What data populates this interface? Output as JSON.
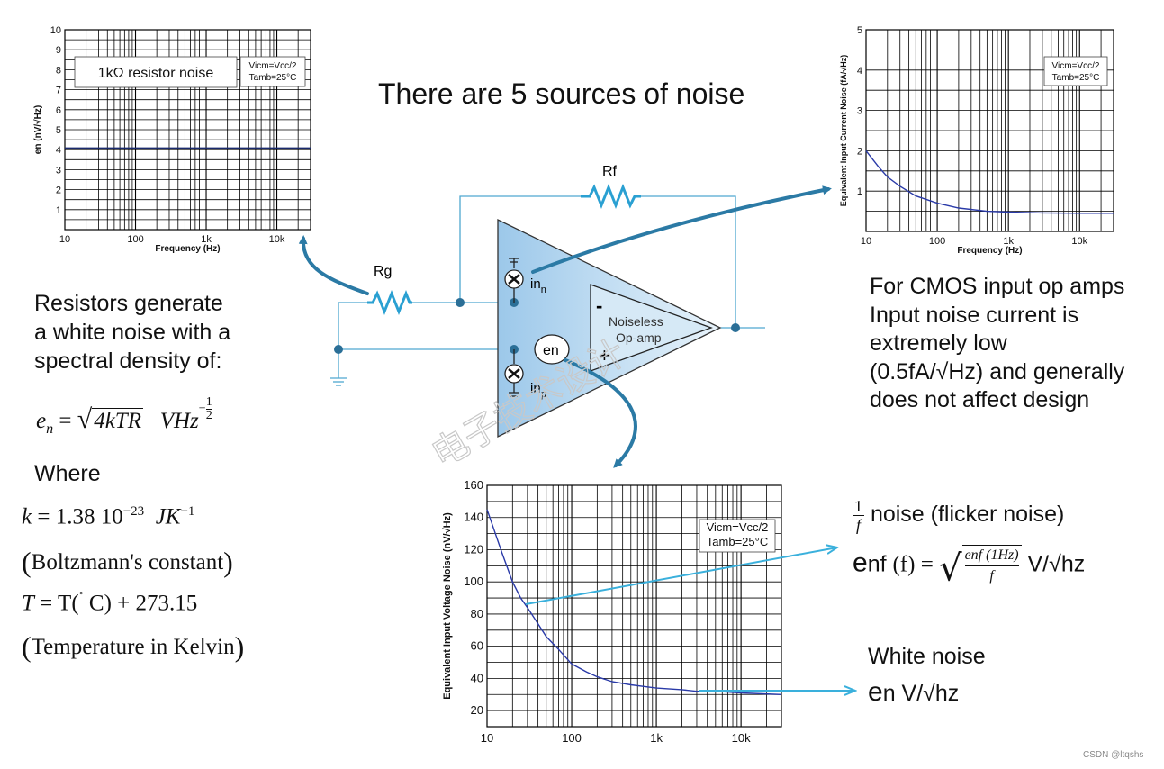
{
  "title": "There are 5 sources of noise",
  "left_text": "Resistors generate\na white noise with a\nspectral density of:",
  "where": "Where",
  "formulas": {
    "en_lhs": "e",
    "en_sub": "n",
    "en_eq": " = ",
    "en_sqrt": "√",
    "en_rad": "4kTR",
    "en_units": "VHz",
    "en_exp_minus": "−",
    "en_exp_num": "1",
    "en_exp_den": "2",
    "k_lhs": "k",
    "k_rhs": " = 1.38 10",
    "k_exp": "−23",
    "k_units": "JK",
    "k_units_exp": "−1",
    "boltz_open": "(",
    "boltz": "Boltzmann's constant",
    "boltz_close": ")",
    "t_lhs": "T",
    "t_rhs": " =  T(",
    "t_deg": "˚",
    "t_rest": " C) + 273.15",
    "kelvin_open": "(",
    "kelvin": "Temperature in Kelvin",
    "kelvin_close": ")"
  },
  "right_text": "For CMOS input op amps\nInput noise current is\nextremely low\n(0.5fA/√Hz) and generally\ndoes not affect design",
  "flicker": {
    "frac_num": "1",
    "frac_den": "f",
    "label": " noise (flicker noise)",
    "enf_e": "e",
    "enf_label": "nf ",
    "enf_arg": "(f) = ",
    "enf_num": "enf (1Hz)",
    "enf_den": "f",
    "enf_units": " V/√hz"
  },
  "white": {
    "label": "White noise",
    "en_e": "e",
    "en_rest": "n V/√hz"
  },
  "circuit": {
    "rf": "Rf",
    "rg": "Rg",
    "in_n": "in",
    "in_n_sub": "n",
    "in_p": "in",
    "in_p_sub": "p",
    "en": "en",
    "minus": "-",
    "plus": "+",
    "noiseless_1": "Noiseless",
    "noiseless_2": "Op-amp"
  },
  "watermark_cn": "电子技术设计",
  "watermark": "CSDN @ltqshs",
  "chart_data": [
    {
      "type": "line",
      "title": "1kΩ resistor noise",
      "annotation": [
        "Vicm=Vcc/2",
        "Tamb=25°C"
      ],
      "xlabel": "Frequency (Hz)",
      "ylabel": "en (nV/√Hz)",
      "x_scale": "log",
      "xlim": [
        10,
        30000
      ],
      "ylim": [
        0,
        10
      ],
      "x_ticks": [
        "10",
        "100",
        "1k",
        "10k"
      ],
      "y_ticks": [
        "1",
        "2",
        "3",
        "4",
        "5",
        "6",
        "7",
        "8",
        "9",
        "10"
      ],
      "grid": true,
      "series": [
        {
          "x": [
            10,
            30000
          ],
          "y": [
            4.07,
            4.07
          ]
        }
      ]
    },
    {
      "type": "line",
      "annotation": [
        "Vicm=Vcc/2",
        "Tamb=25°C"
      ],
      "xlabel": "Frequency (Hz)",
      "ylabel": "Equivalent Input Current Noise (fA/√Hz)",
      "x_scale": "log",
      "xlim": [
        10,
        30000
      ],
      "ylim": [
        0,
        5
      ],
      "x_ticks": [
        "10",
        "100",
        "1k",
        "10k"
      ],
      "y_ticks": [
        "1",
        "2",
        "3",
        "4",
        "5"
      ],
      "grid": true,
      "series": [
        {
          "x": [
            10,
            15,
            20,
            30,
            50,
            100,
            200,
            500,
            1000,
            3000,
            10000,
            30000
          ],
          "y": [
            2.0,
            1.6,
            1.35,
            1.12,
            0.88,
            0.7,
            0.58,
            0.5,
            0.48,
            0.46,
            0.45,
            0.45
          ]
        }
      ]
    },
    {
      "type": "line",
      "annotation": [
        "Vicm=Vcc/2",
        "Tamb=25°C"
      ],
      "xlabel": "",
      "ylabel": "Equivalent Input Voltage Noise (nV/√Hz)",
      "x_scale": "log",
      "xlim": [
        10,
        30000
      ],
      "ylim": [
        10,
        160
      ],
      "x_ticks": [
        "10",
        "100",
        "1k",
        "10k"
      ],
      "y_ticks": [
        "20",
        "40",
        "60",
        "80",
        "100",
        "120",
        "140",
        "160"
      ],
      "grid": true,
      "series": [
        {
          "x": [
            10,
            12,
            15,
            20,
            25,
            30,
            40,
            50,
            70,
            100,
            150,
            200,
            300,
            500,
            1000,
            2000,
            3000,
            5000,
            10000,
            30000
          ],
          "y": [
            145,
            133,
            118,
            100,
            90,
            84,
            74,
            66,
            58,
            49,
            44,
            41,
            38,
            36,
            34,
            33,
            32,
            32,
            31,
            30
          ]
        }
      ]
    }
  ]
}
